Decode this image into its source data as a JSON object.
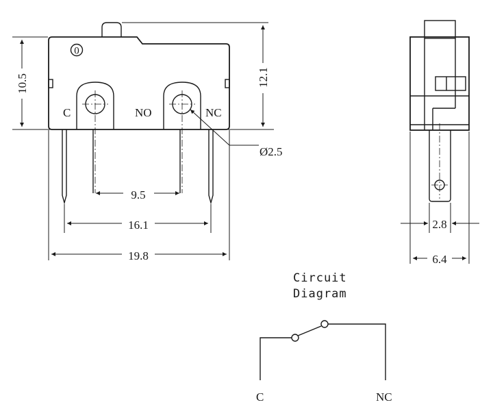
{
  "front_view": {
    "actuator_mark": "0",
    "terminal_labels": {
      "common": "C",
      "normally_open": "NO",
      "normally_closed": "NC"
    }
  },
  "dimensions": {
    "body_height": "10.5",
    "overall_height": "12.1",
    "hole_diameter": "Ø2.5",
    "terminal_pitch": "9.5",
    "outer_terminal_span": "16.1",
    "body_length": "19.8",
    "terminal_width": "2.8",
    "body_width": "6.4"
  },
  "circuit": {
    "title_line1": "Circuit",
    "title_line2": "Diagram",
    "label_left": "C",
    "label_right": "NC"
  }
}
